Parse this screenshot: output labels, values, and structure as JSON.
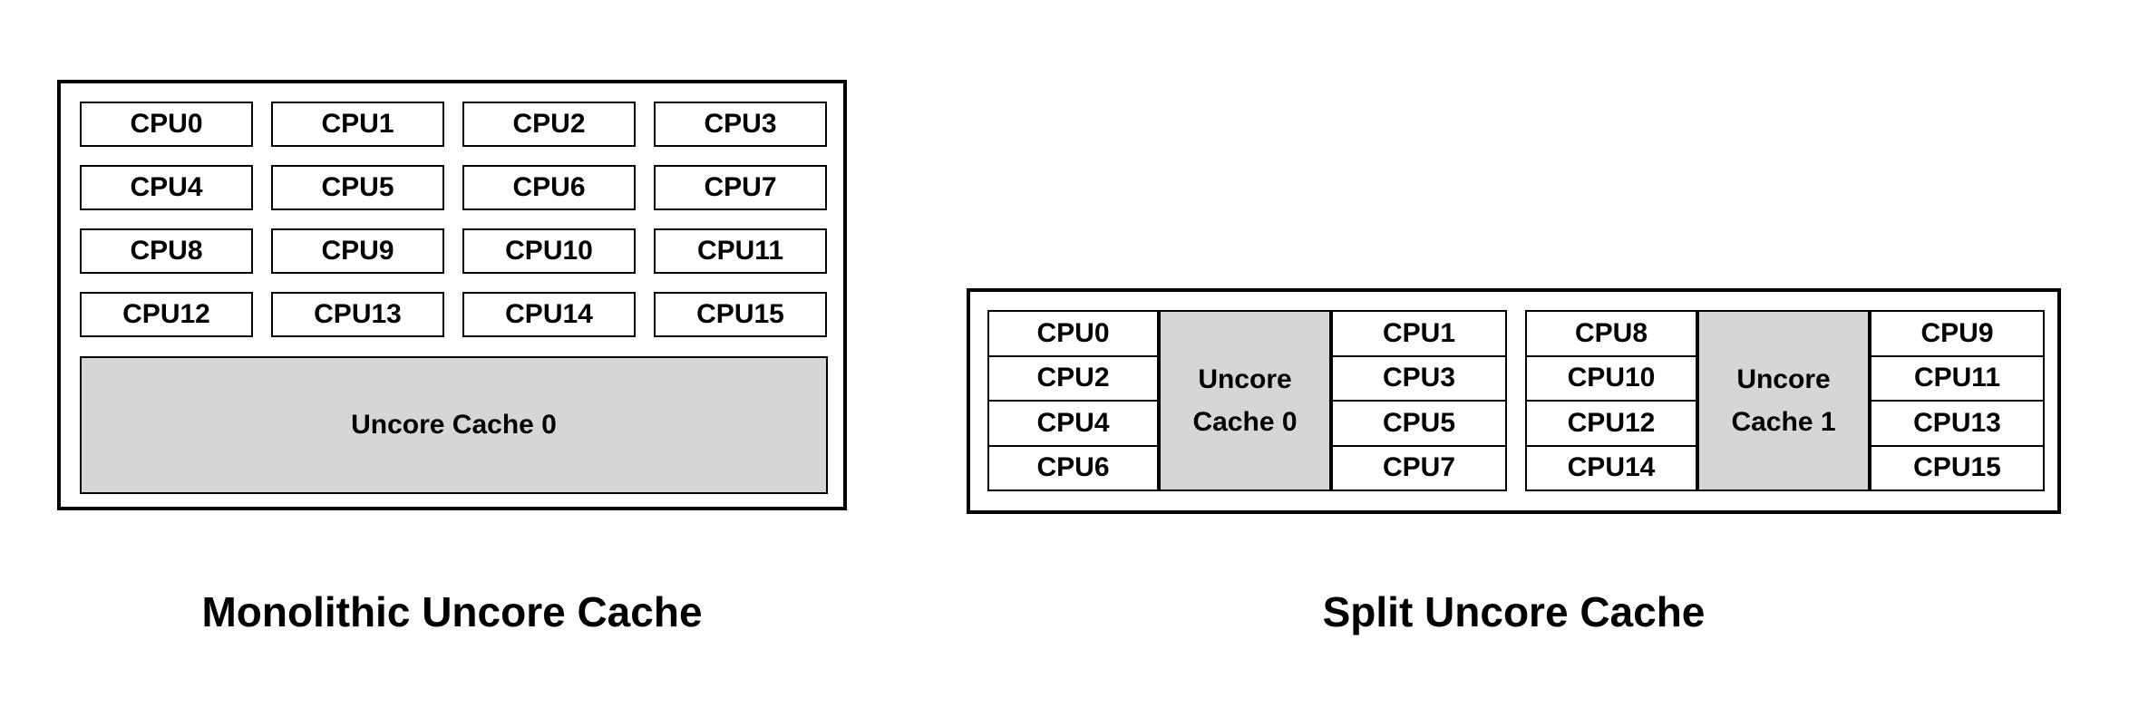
{
  "colors": {
    "background": "#ffffff",
    "border": "#000000",
    "text": "#000000",
    "cache_fill": "#d6d6d6"
  },
  "left_diagram": {
    "title": "Monolithic Uncore Cache",
    "cpus": [
      "CPU0",
      "CPU1",
      "CPU2",
      "CPU3",
      "CPU4",
      "CPU5",
      "CPU6",
      "CPU7",
      "CPU8",
      "CPU9",
      "CPU10",
      "CPU11",
      "CPU12",
      "CPU13",
      "CPU14",
      "CPU15"
    ],
    "cache_label": "Uncore Cache 0"
  },
  "right_diagram": {
    "title": "Split Uncore Cache",
    "clusters": [
      {
        "left_cpus": [
          "CPU0",
          "CPU2",
          "CPU4",
          "CPU6"
        ],
        "cache_label": "Uncore Cache 0",
        "right_cpus": [
          "CPU1",
          "CPU3",
          "CPU5",
          "CPU7"
        ]
      },
      {
        "left_cpus": [
          "CPU8",
          "CPU10",
          "CPU12",
          "CPU14"
        ],
        "cache_label": "Uncore Cache 1",
        "right_cpus": [
          "CPU9",
          "CPU11",
          "CPU13",
          "CPU15"
        ]
      }
    ]
  }
}
